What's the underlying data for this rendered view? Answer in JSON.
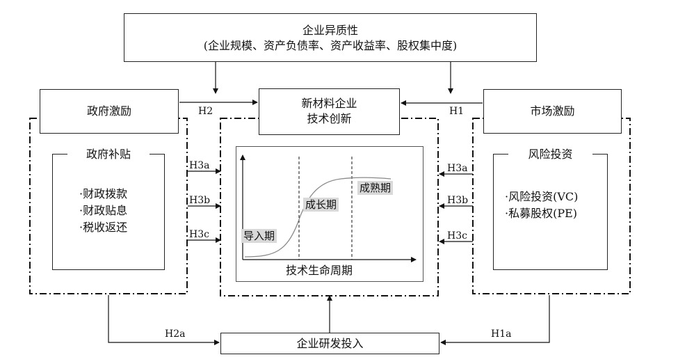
{
  "heterogeneity": {
    "title": "企业异质性",
    "subtitle": "(企业规模、资产负债率、资产收益率、股权集中度)"
  },
  "center": {
    "line1": "新材料企业",
    "line2": "技术创新"
  },
  "gov": {
    "title": "政府激励",
    "sub_title": "政府补贴",
    "items": [
      "·财政拨款",
      "·财政贴息",
      "·税收返还"
    ]
  },
  "market": {
    "title": "市场激励",
    "sub_title": "风险投资",
    "items": [
      "·风险投资(VC)",
      "·私募股权(PE)"
    ]
  },
  "lifecycle": {
    "xlabel": "技术生命周期",
    "stages": [
      "导入期",
      "成长期",
      "成熟期"
    ]
  },
  "rd": {
    "label": "企业研发投入"
  },
  "hyp": {
    "H1": "H1",
    "H2": "H2",
    "H3a": "H3a",
    "H3b": "H3b",
    "H3c": "H3c",
    "H2a": "H2a",
    "H1a": "H1a"
  }
}
